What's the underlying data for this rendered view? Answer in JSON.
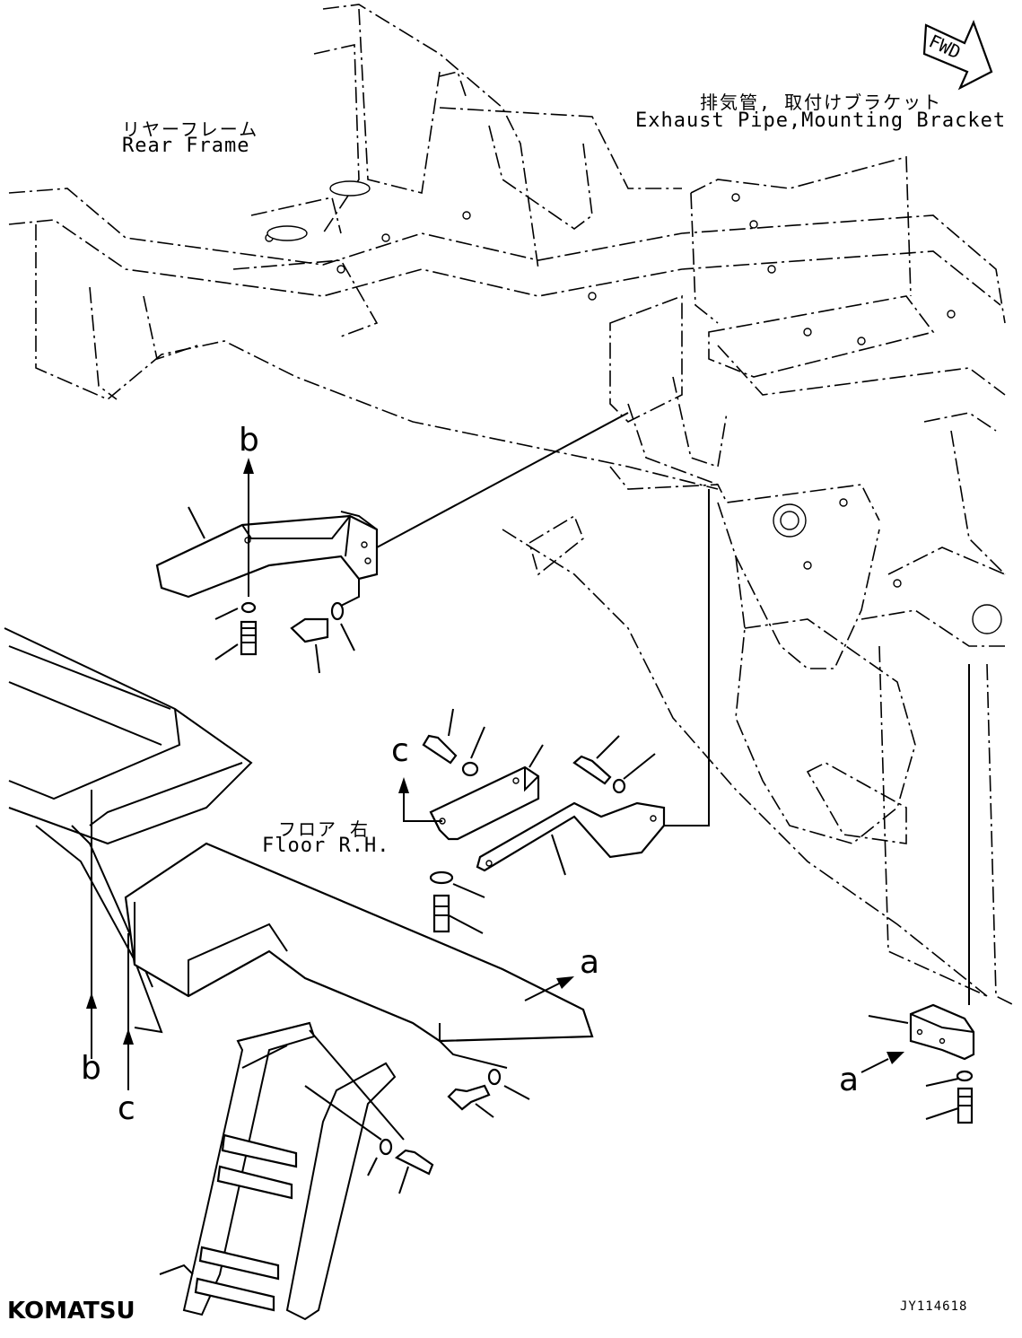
{
  "labels": {
    "rear_frame_jp": "リヤーフレーム",
    "rear_frame_en": "Rear Frame",
    "exhaust_jp": "排気管, 取付けブラケット",
    "exhaust_en": "Exhaust Pipe,Mounting Bracket",
    "floor_jp": "フロア 右",
    "floor_en": "Floor R.H.",
    "fwd": "FWD"
  },
  "callouts": {
    "a1": "a",
    "a2": "a",
    "b1": "b",
    "b2": "b",
    "c1": "c",
    "c2": "c"
  },
  "footer": {
    "brand": "KOMATSU",
    "drawing_code": "JY114618"
  }
}
